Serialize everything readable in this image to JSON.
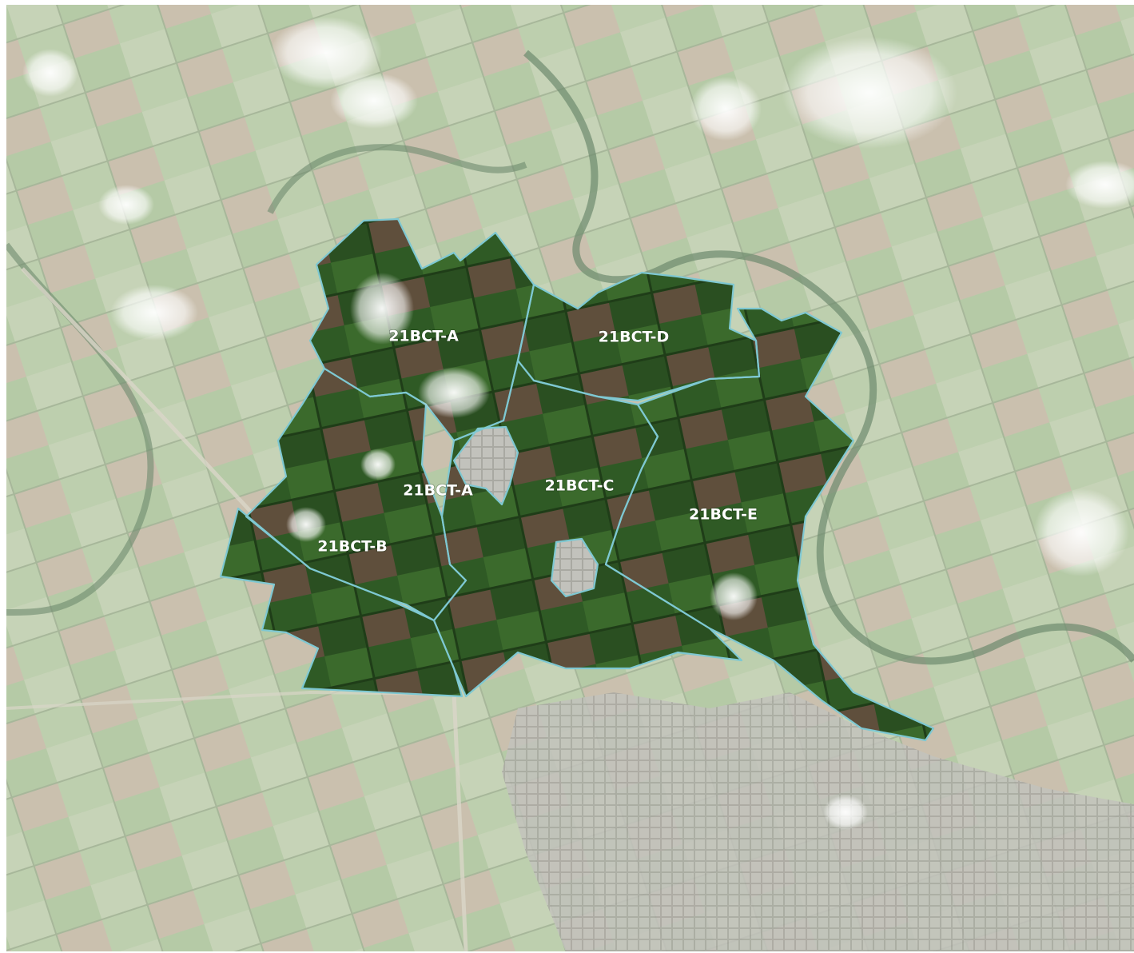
{
  "map": {
    "basemap": "aerial-imagery",
    "colors": {
      "parcel_outline": "#7ec8d2",
      "parcel_fill_dark": "#2f5a25",
      "parcel_fill_brown": "#5f4f3c",
      "faded_field_green": "#9db889",
      "faded_field_brown": "#b8ab93",
      "urban_grey": "#b9b9b4",
      "river": "#6e8a6e",
      "cloud": "#ffffff"
    },
    "labels": [
      {
        "id": "a-north",
        "text": "21BCT-A"
      },
      {
        "id": "a-south",
        "text": "21BCT-A"
      },
      {
        "id": "b",
        "text": "21BCT-B"
      },
      {
        "id": "c",
        "text": "21BCT-C"
      },
      {
        "id": "d",
        "text": "21BCT-D"
      },
      {
        "id": "e",
        "text": "21BCT-E"
      }
    ]
  }
}
